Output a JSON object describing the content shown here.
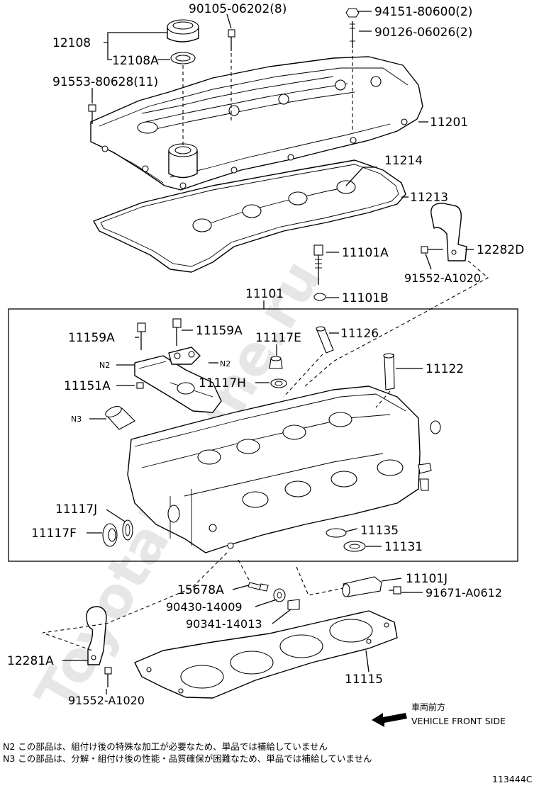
{
  "watermark": "ToyotaMarine.ru",
  "parts": {
    "p90105": "90105-06202(8)",
    "p94151": "94151-80600(2)",
    "p90126": "90126-06026(2)",
    "p12108": "12108",
    "p12108A": "12108A",
    "p91553": "91553-80628(11)",
    "p11201": "11201",
    "p11214": "11214",
    "p11213": "11213",
    "p11101A": "11101A",
    "p12282D": "12282D",
    "p91552a": "91552-A1020",
    "p11101B": "11101B",
    "p11101": "11101",
    "p11159A_1": "11159A",
    "p11159A_2": "11159A",
    "p11117E": "11117E",
    "p11126": "11126",
    "n2_1": "N2",
    "n2_2": "N2",
    "p11151A": "11151A",
    "p11117H": "11117H",
    "p11122": "11122",
    "n3": "N3",
    "p11117J": "11117J",
    "p11117F": "11117F",
    "p11135": "11135",
    "p11131": "11131",
    "p11101J": "11101J",
    "p15678A": "15678A",
    "p91671": "91671-A0612",
    "p90430": "90430-14009",
    "p90341": "90341-14013",
    "p12281A": "12281A",
    "p11115": "11115",
    "p91552b": "91552-A1020"
  },
  "direction": {
    "jp": "車両前方",
    "en": "VEHICLE FRONT SIDE"
  },
  "notes": [
    "N2 この部品は、組付け後の特殊な加工が必要なため、単品では補給していません",
    "N3 この部品は、分解・組付け後の性能・品質確保が困難なため、単品では補給していません"
  ],
  "diagram_id": "113444C"
}
